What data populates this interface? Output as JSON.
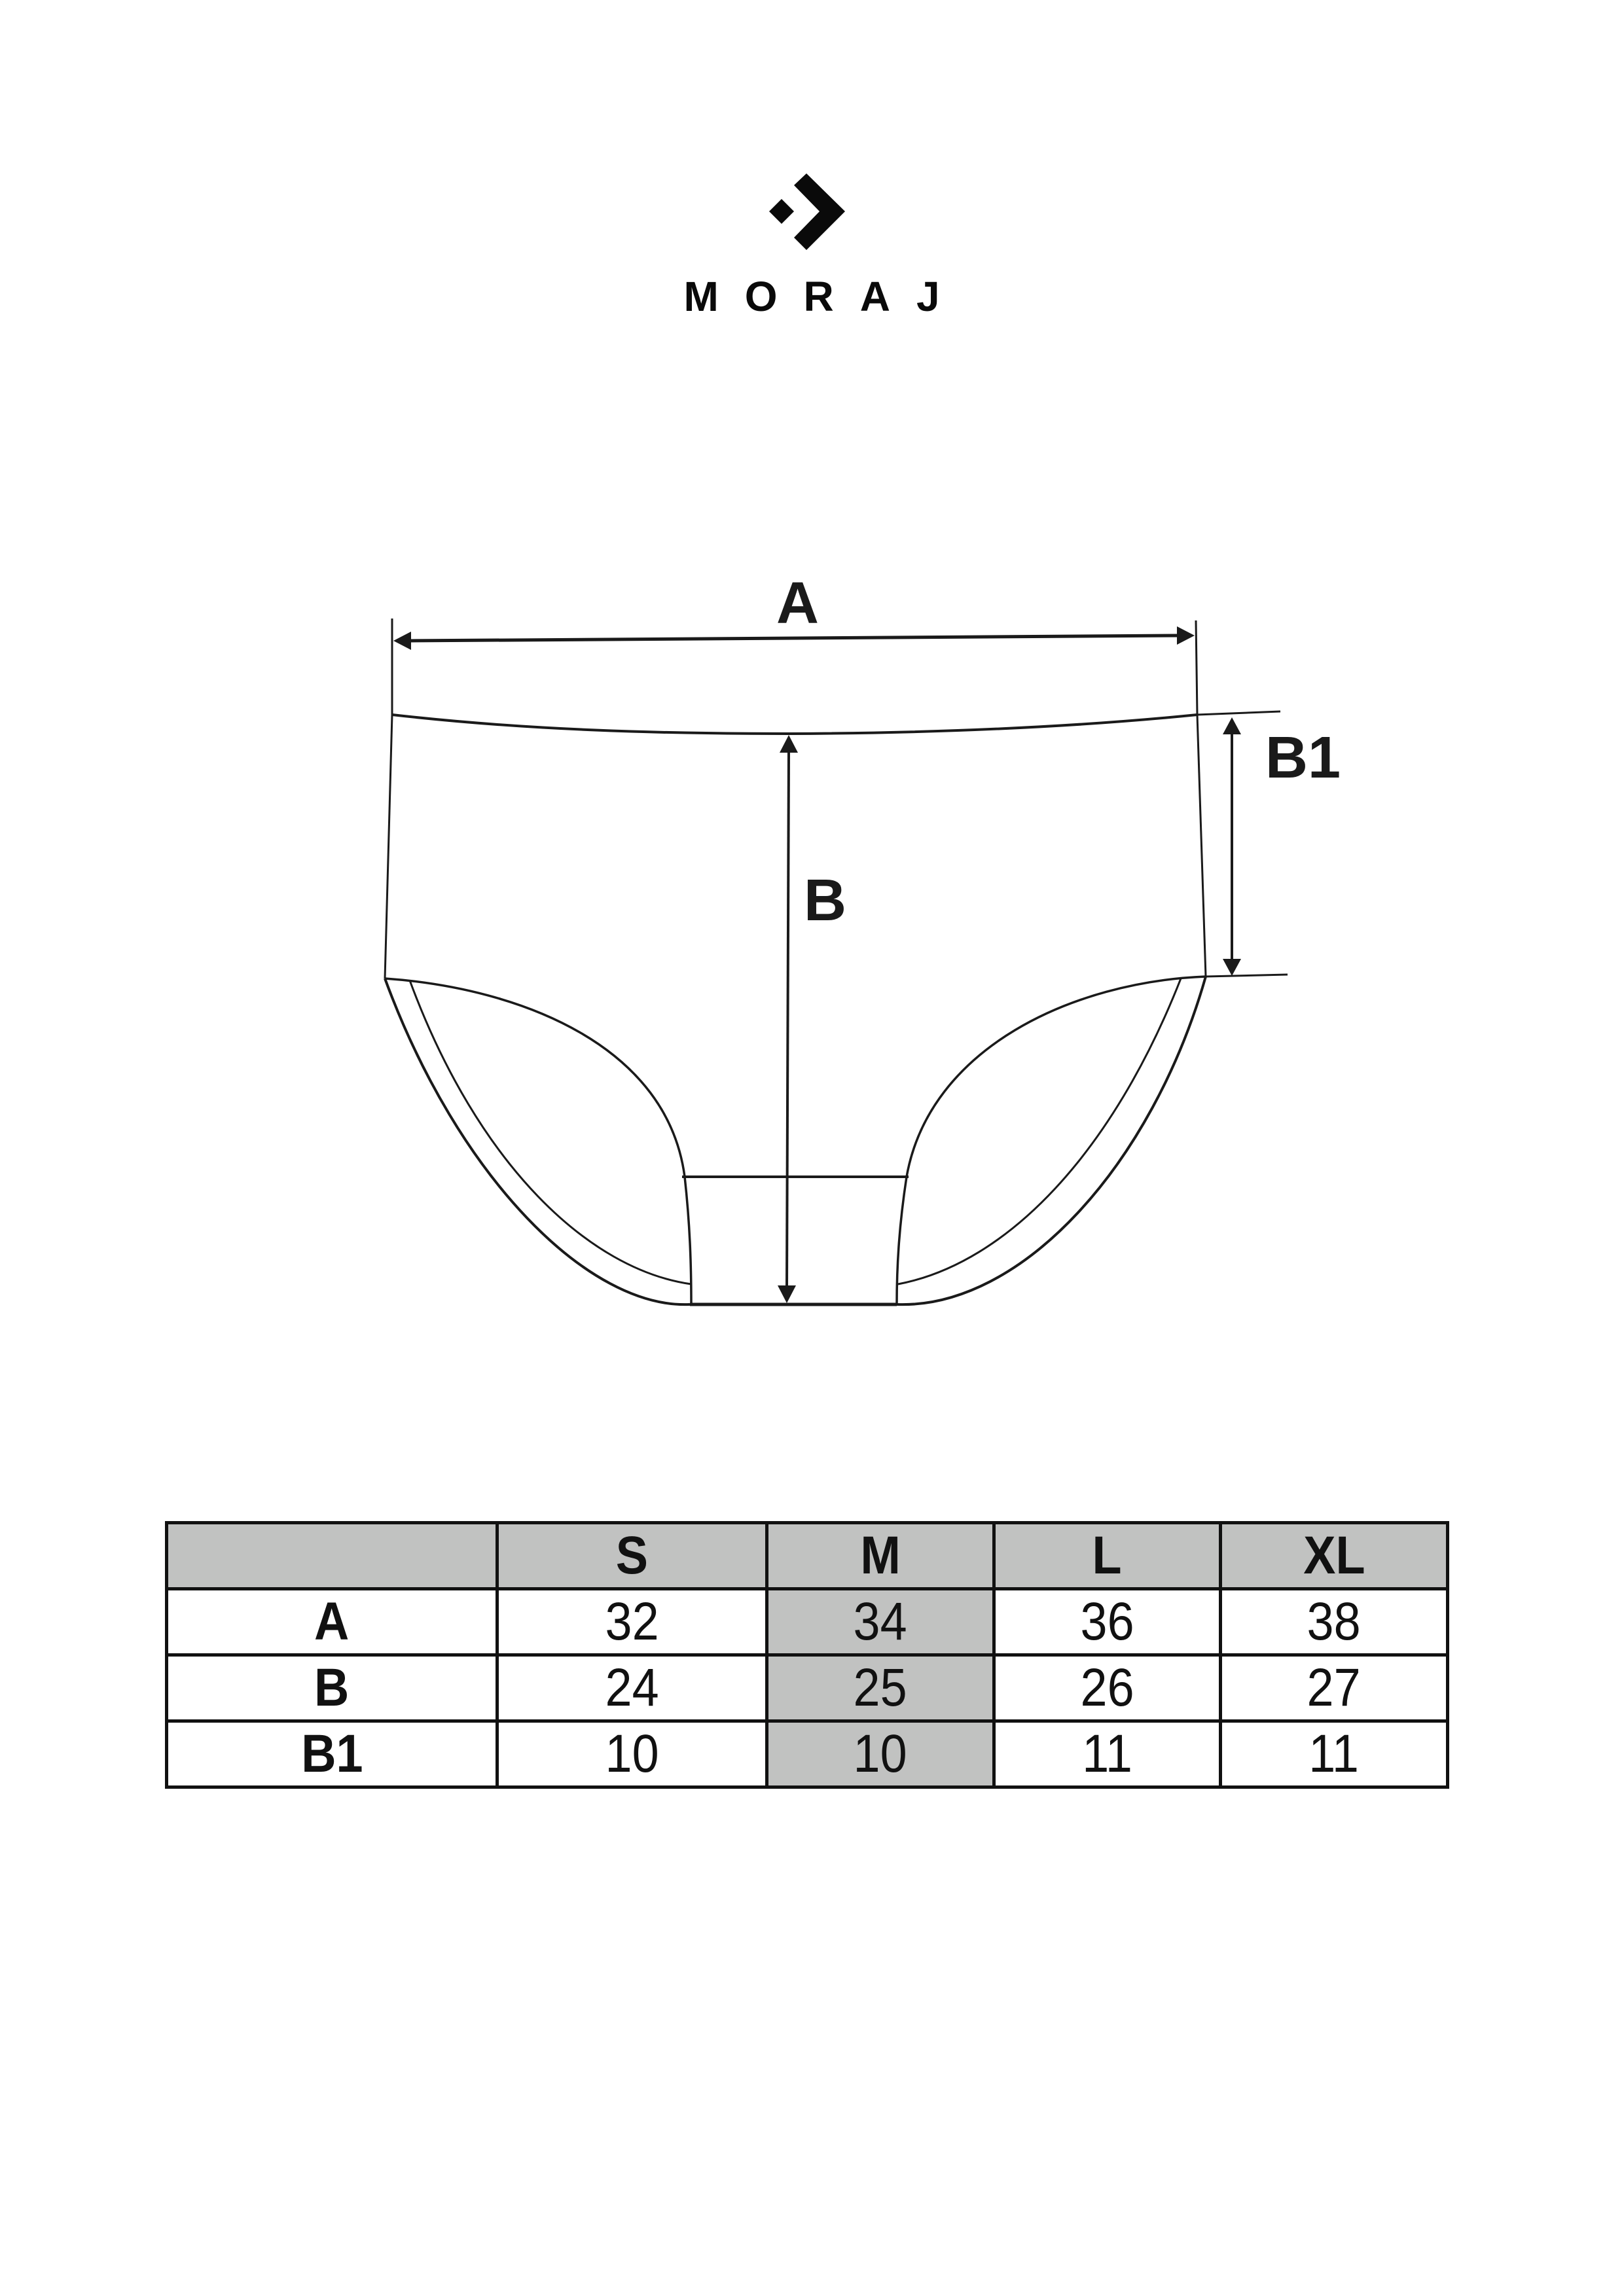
{
  "brand": {
    "name": "MORAJ",
    "logo_icon": "arrow-chevron-diamond-logo"
  },
  "diagram": {
    "garment": "high-waist briefs",
    "labels": {
      "a": "A",
      "b": "B",
      "b1": "B1"
    },
    "line_color": "#1a1a1a"
  },
  "size_table": {
    "header_bg": "#c1c2c1",
    "highlight_bg": "#c1c2c1",
    "highlight_column": "M",
    "columns": [
      "",
      "S",
      "M",
      "L",
      "XL"
    ],
    "rows": [
      {
        "label": "A",
        "values": [
          "32",
          "34",
          "36",
          "38"
        ]
      },
      {
        "label": "B",
        "values": [
          "24",
          "25",
          "26",
          "27"
        ]
      },
      {
        "label": "B1",
        "values": [
          "10",
          "10",
          "11",
          "11"
        ]
      }
    ]
  }
}
